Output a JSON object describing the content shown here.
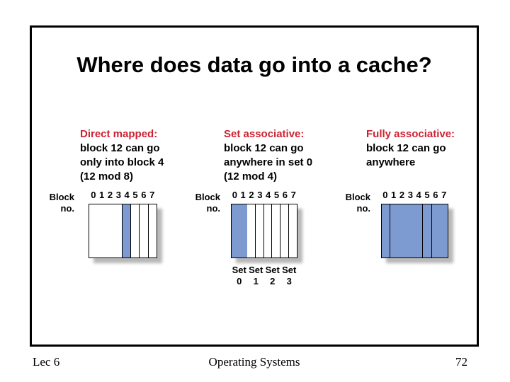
{
  "slide": {
    "title": "Where does data go into a cache?",
    "columns": [
      {
        "heading": "Direct mapped:",
        "lines": [
          "block 12 can go",
          "only into block 4",
          "(12 mod 8)"
        ]
      },
      {
        "heading": "Set associative:",
        "lines": [
          "block 12 can go",
          "anywhere in set 0",
          "(12 mod 4)"
        ]
      },
      {
        "heading": "Fully associative:",
        "lines": [
          "block 12 can go",
          "anywhere"
        ]
      }
    ],
    "diagrams": [
      {
        "name": "Direct mapped",
        "label_line1": "Block",
        "label_line2": "no.",
        "numbers": "0 1 2 3 4 5 6 7",
        "highlighted_blocks": [
          4
        ],
        "internal_lines": [
          4,
          5,
          6,
          7
        ]
      },
      {
        "name": "Set associative",
        "label_line1": "Block",
        "label_line2": "no.",
        "numbers": "0 1 2 3 4 5 6 7",
        "highlighted_blocks": [
          0,
          1
        ],
        "internal_lines": [
          3,
          4,
          5,
          6,
          7
        ],
        "sets": [
          {
            "word": "Set",
            "num": "0"
          },
          {
            "word": "Set",
            "num": "1"
          },
          {
            "word": "Set",
            "num": "2"
          },
          {
            "word": "Set",
            "num": "3"
          }
        ]
      },
      {
        "name": "Fully associative",
        "label_line1": "Block",
        "label_line2": "no.",
        "numbers": "0 1 2 3 4 5 6 7",
        "highlighted_blocks": [
          0,
          1,
          2,
          3,
          4,
          5,
          6,
          7
        ],
        "internal_lines": [
          1,
          5,
          6
        ]
      }
    ],
    "colors": {
      "highlight_blue": "#7d9bd0",
      "heading_red": "#cc2233",
      "shadow_gray": "#b9b9b9"
    }
  },
  "footer": {
    "lecture": "Lec 6",
    "course": "Operating Systems",
    "page": "72"
  }
}
